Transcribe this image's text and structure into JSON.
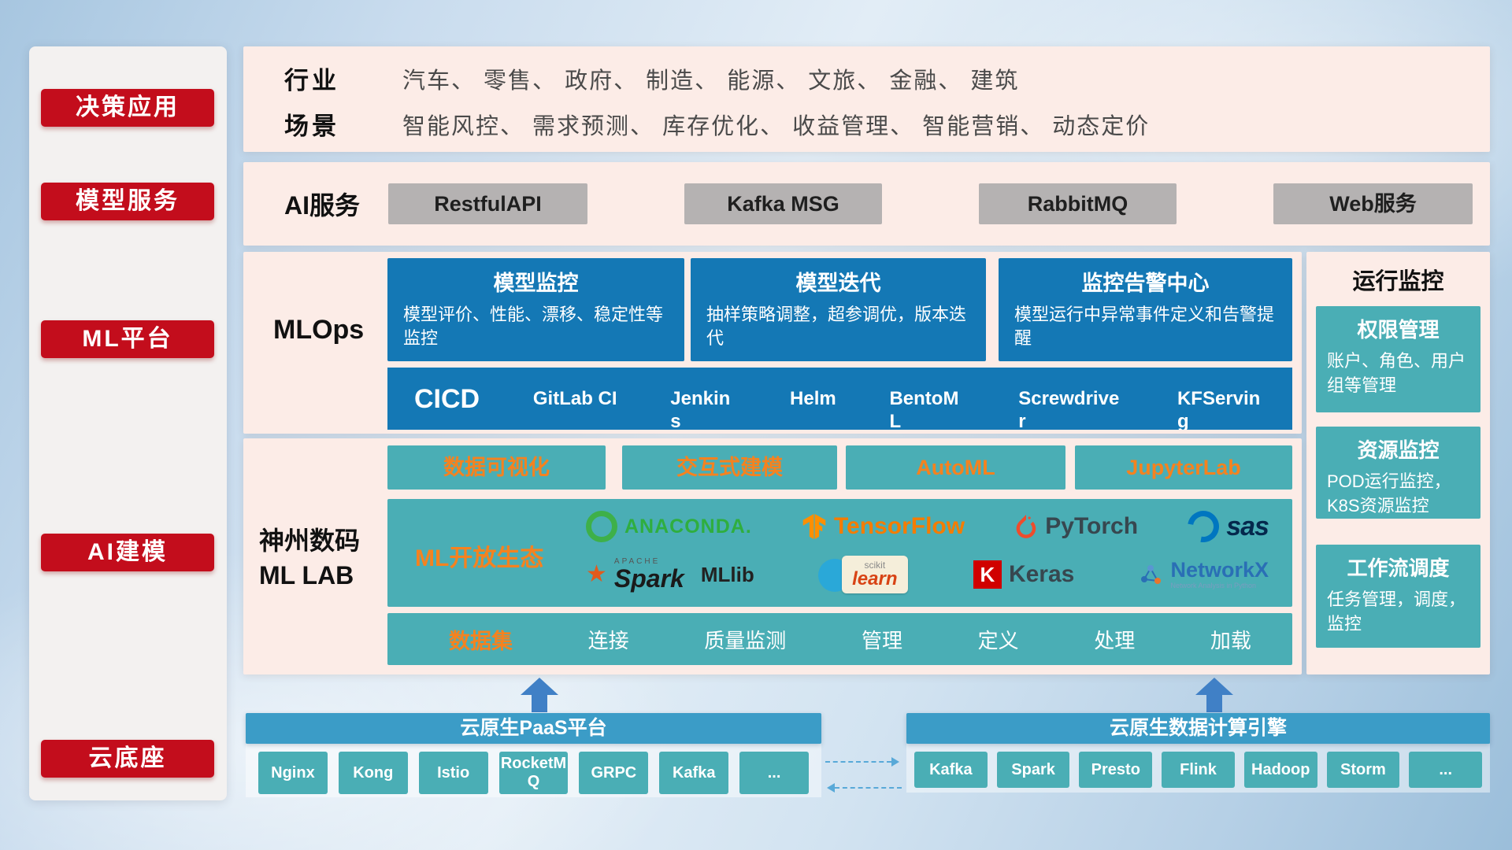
{
  "colors": {
    "accent_red": "#c30d1c",
    "panel_pink": "#fcece7",
    "primary_blue": "#1478b5",
    "teal": "#4aaeb5",
    "orange": "#f5821f",
    "bar_blue": "#3b9cc7",
    "gray_button": "#b5b2b2"
  },
  "sidebar": {
    "items": [
      {
        "label": "决策应用"
      },
      {
        "label": "模型服务"
      },
      {
        "label": "ML平台"
      },
      {
        "label": "AI建模"
      },
      {
        "label": "云底座"
      }
    ]
  },
  "industry": {
    "row1_label": "行业",
    "row1_text": "汽车、 零售、 政府、 制造、 能源、 文旅、 金融、 建筑",
    "row2_label": "场景",
    "row2_text": "智能风控、 需求预测、 库存优化、 收益管理、 智能营销、 动态定价"
  },
  "ai_service": {
    "label": "AI服务",
    "buttons": [
      "RestfulAPI",
      "Kafka MSG",
      "RabbitMQ",
      "Web服务"
    ]
  },
  "mlops": {
    "label": "MLOps",
    "cards": [
      {
        "title": "模型监控",
        "desc": "模型评价、性能、漂移、稳定性等监控"
      },
      {
        "title": "模型迭代",
        "desc": "抽样策略调整，超参调优，版本迭代"
      },
      {
        "title": "监控告警中心",
        "desc": "模型运行中异常事件定义和告警提醒"
      }
    ],
    "cicd": {
      "title": "CICD",
      "items": [
        "GitLab CI",
        "Jenkins",
        "Helm",
        "BentoML",
        "Screwdriver",
        "KFServing"
      ]
    }
  },
  "monitor": {
    "title": "运行监控",
    "cards": [
      {
        "title": "权限管理",
        "desc": "账户、角色、用户组等管理"
      },
      {
        "title": "资源监控",
        "desc": "POD运行监控，K8S资源监控"
      },
      {
        "title": "工作流调度",
        "desc": "任务管理，调度，监控"
      }
    ]
  },
  "mllab": {
    "label_line1": "神州数码",
    "label_line2": "ML LAB",
    "tools": [
      "数据可视化",
      "交互式建模",
      "AutoML",
      "JupyterLab"
    ],
    "ecosystem": {
      "label": "ML开放生态",
      "logos": [
        {
          "name": "anaconda",
          "text": "ANACONDA."
        },
        {
          "name": "tensorflow",
          "text": "TensorFlow"
        },
        {
          "name": "pytorch",
          "text": "PyTorch"
        },
        {
          "name": "sas",
          "text": "sas"
        },
        {
          "name": "apache-spark",
          "apache": "APACHE",
          "text": "Spark",
          "suffix": "MLlib"
        },
        {
          "name": "scikit-learn",
          "top": "scikit",
          "text": "learn"
        },
        {
          "name": "keras",
          "badge": "K",
          "text": "Keras"
        },
        {
          "name": "networkx",
          "text": "NetworkX",
          "subtitle": "Network Analysis in Python"
        }
      ]
    },
    "dataset": {
      "label": "数据集",
      "items": [
        "连接",
        "质量监测",
        "管理",
        "定义",
        "处理",
        "加载"
      ]
    }
  },
  "bottom": {
    "paas": {
      "title": "云原生PaaS平台",
      "items": [
        "Nginx",
        "Kong",
        "Istio",
        "RocketMQ",
        "GRPC",
        "Kafka",
        "..."
      ]
    },
    "engine": {
      "title": "云原生数据计算引擎",
      "items": [
        "Kafka",
        "Spark",
        "Presto",
        "Flink",
        "Hadoop",
        "Storm",
        "..."
      ]
    }
  }
}
